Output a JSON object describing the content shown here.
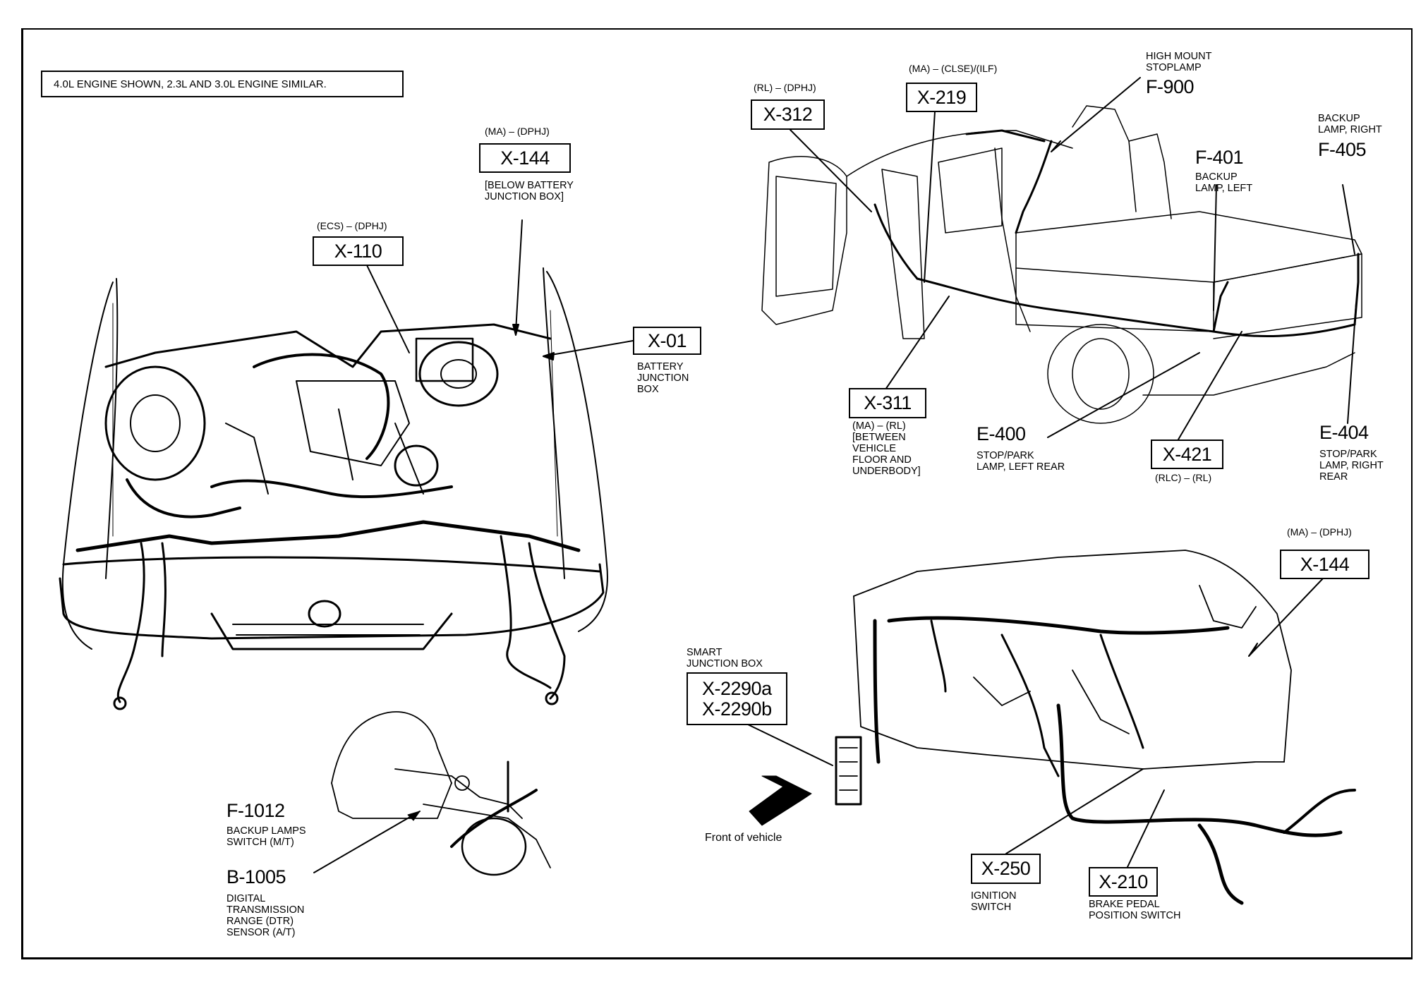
{
  "diagram": {
    "note": "4.0L ENGINE SHOWN, 2.3L AND 3.0L ENGINE SIMILAR.",
    "engine_bay": {
      "x144": {
        "code": "(MA) – (DPHJ)",
        "id": "X-144",
        "caption": "[BELOW BATTERY\nJUNCTION BOX]"
      },
      "x110": {
        "code": "(ECS) – (DPHJ)",
        "id": "X-110"
      },
      "x01": {
        "id": "X-01",
        "caption": "BATTERY\nJUNCTION\nBOX"
      }
    },
    "truck": {
      "x312": {
        "code": "(RL) – (DPHJ)",
        "id": "X-312"
      },
      "x219": {
        "code": "(MA) – (CLSE)/(ILF)",
        "id": "X-219"
      },
      "f900": {
        "caption": "HIGH MOUNT\nSTOPLAMP",
        "id": "F-900"
      },
      "f405": {
        "caption": "BACKUP\nLAMP, RIGHT",
        "id": "F-405"
      },
      "f401": {
        "id": "F-401",
        "caption": "BACKUP\nLAMP, LEFT"
      },
      "x311": {
        "id": "X-311",
        "caption": "(MA) – (RL)\n[BETWEEN\nVEHICLE\nFLOOR AND\nUNDERBODY]"
      },
      "e400": {
        "id": "E-400",
        "caption": "STOP/PARK\nLAMP, LEFT REAR"
      },
      "x421": {
        "id": "X-421",
        "caption": "(RLC) – (RL)"
      },
      "e404": {
        "id": "E-404",
        "caption": "STOP/PARK\nLAMP, RIGHT\nREAR"
      }
    },
    "dash": {
      "x144": {
        "code": "(MA) – (DPHJ)",
        "id": "X-144"
      },
      "sjb": {
        "caption": "SMART\nJUNCTION BOX",
        "id": "X-2290a\nX-2290b"
      },
      "front_of_vehicle": "Front of vehicle",
      "x250": {
        "id": "X-250",
        "caption": "IGNITION\nSWITCH"
      },
      "x210": {
        "id": "X-210",
        "caption": "BRAKE PEDAL\nPOSITION SWITCH"
      }
    },
    "transmission": {
      "f1012": {
        "id": "F-1012",
        "caption": "BACKUP LAMPS\nSWITCH (M/T)"
      },
      "b1005": {
        "id": "B-1005",
        "caption": "DIGITAL\nTRANSMISSION\nRANGE (DTR)\nSENSOR (A/T)"
      }
    }
  }
}
